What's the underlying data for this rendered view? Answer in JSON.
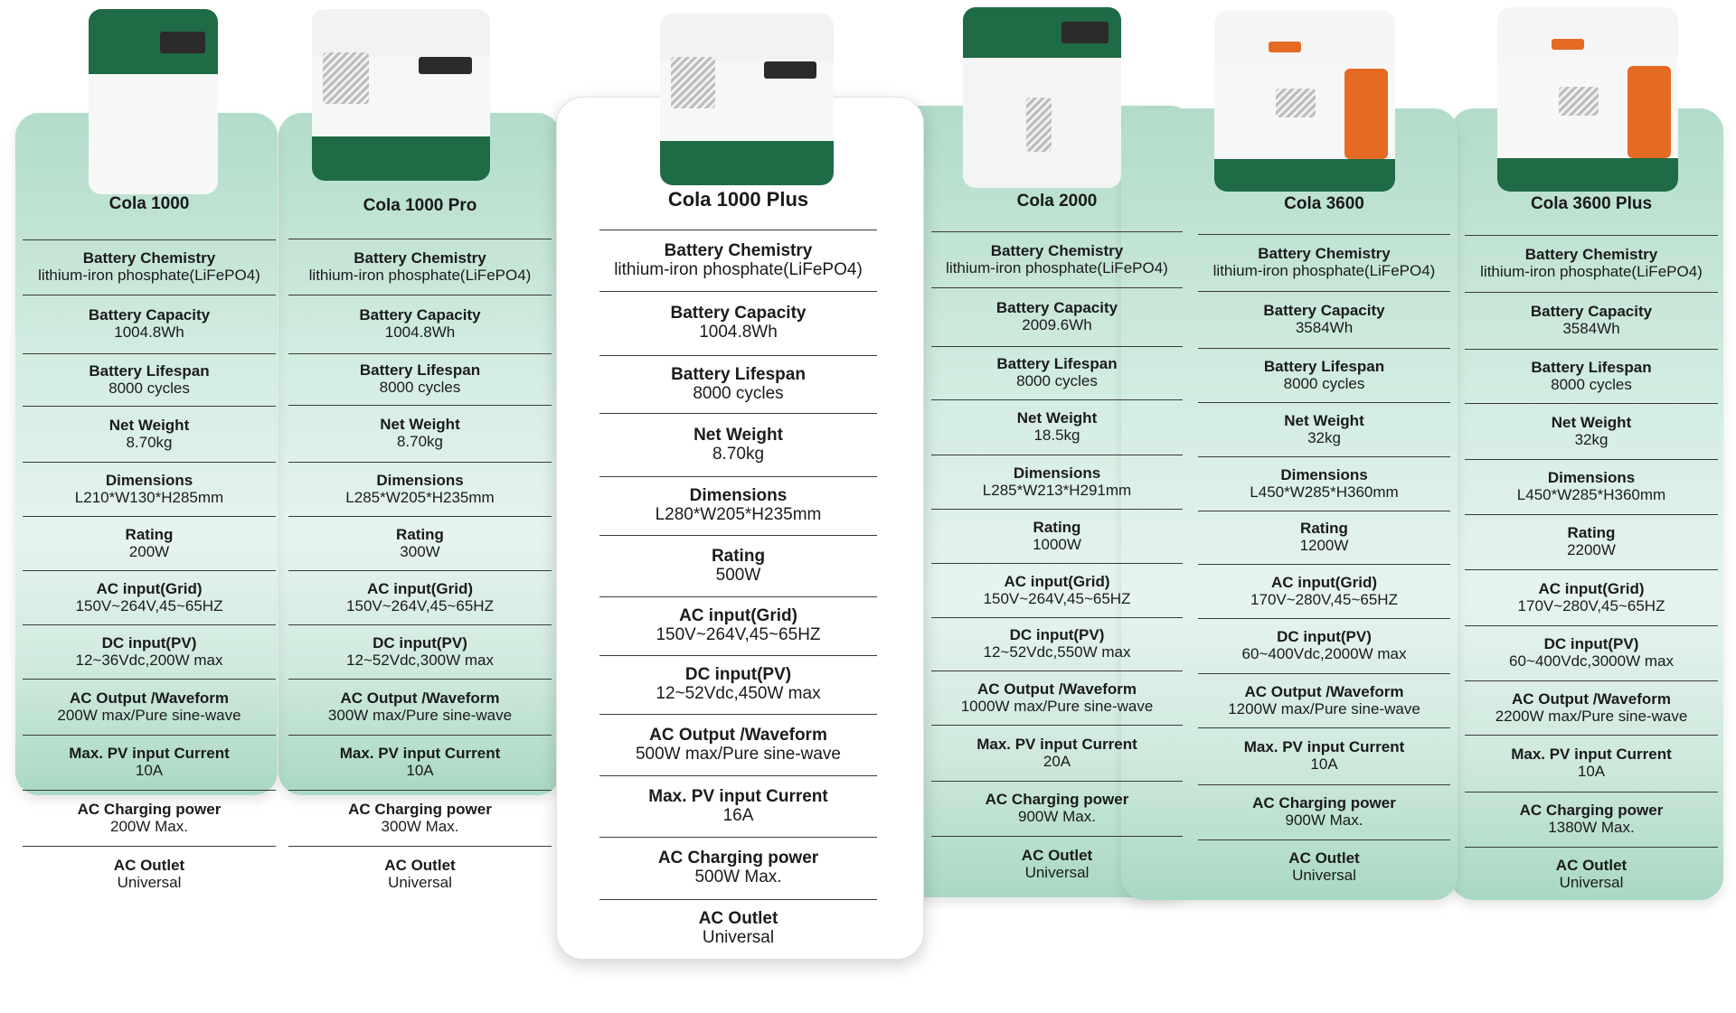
{
  "products": [
    {
      "name": "Cola 1000",
      "specs": [
        {
          "label": "Battery Chemistry",
          "value": "lithium-iron phosphate(LiFePO4)"
        },
        {
          "label": "Battery Capacity",
          "value": "1004.8Wh"
        },
        {
          "label": "Battery Lifespan",
          "value": "8000 cycles"
        },
        {
          "label": "Net Weight",
          "value": "8.70kg"
        },
        {
          "label": "Dimensions",
          "value": "L210*W130*H285mm"
        },
        {
          "label": "Rating",
          "value": "200W"
        },
        {
          "label": "AC input(Grid)",
          "value": "150V~264V,45~65HZ"
        },
        {
          "label": "DC input(PV)",
          "value": "12~36Vdc,200W max"
        },
        {
          "label": "AC Output /Waveform",
          "value": "200W max/Pure sine-wave"
        },
        {
          "label": "Max. PV input Current",
          "value": "10A"
        },
        {
          "label": "AC Charging power",
          "value": "200W Max."
        },
        {
          "label": "AC Outlet",
          "value": "Universal"
        }
      ]
    },
    {
      "name": "Cola 1000 Pro",
      "specs": [
        {
          "label": "Battery Chemistry",
          "value": "lithium-iron phosphate(LiFePO4)"
        },
        {
          "label": "Battery Capacity",
          "value": "1004.8Wh"
        },
        {
          "label": "Battery Lifespan",
          "value": "8000 cycles"
        },
        {
          "label": "Net Weight",
          "value": "8.70kg"
        },
        {
          "label": "Dimensions",
          "value": "L285*W205*H235mm"
        },
        {
          "label": "Rating",
          "value": "300W"
        },
        {
          "label": "AC input(Grid)",
          "value": "150V~264V,45~65HZ"
        },
        {
          "label": "DC input(PV)",
          "value": "12~52Vdc,300W max"
        },
        {
          "label": "AC Output /Waveform",
          "value": "300W max/Pure sine-wave"
        },
        {
          "label": "Max. PV input Current",
          "value": "10A"
        },
        {
          "label": "AC Charging power",
          "value": "300W Max."
        },
        {
          "label": "AC Outlet",
          "value": "Universal"
        }
      ]
    },
    {
      "name": "Cola 1000 Plus",
      "specs": [
        {
          "label": "Battery Chemistry",
          "value": "lithium-iron phosphate(LiFePO4)"
        },
        {
          "label": "Battery Capacity",
          "value": "1004.8Wh"
        },
        {
          "label": "Battery Lifespan",
          "value": "8000 cycles"
        },
        {
          "label": "Net Weight",
          "value": "8.70kg"
        },
        {
          "label": "Dimensions",
          "value": "L280*W205*H235mm"
        },
        {
          "label": "Rating",
          "value": "500W"
        },
        {
          "label": "AC input(Grid)",
          "value": "150V~264V,45~65HZ"
        },
        {
          "label": "DC input(PV)",
          "value": "12~52Vdc,450W max"
        },
        {
          "label": "AC Output /Waveform",
          "value": "500W max/Pure sine-wave"
        },
        {
          "label": "Max. PV input Current",
          "value": "16A"
        },
        {
          "label": "AC Charging power",
          "value": "500W Max."
        },
        {
          "label": "AC Outlet",
          "value": "Universal"
        }
      ]
    },
    {
      "name": "Cola 2000",
      "specs": [
        {
          "label": "Battery Chemistry",
          "value": "lithium-iron phosphate(LiFePO4)"
        },
        {
          "label": "Battery Capacity",
          "value": "2009.6Wh"
        },
        {
          "label": "Battery Lifespan",
          "value": "8000 cycles"
        },
        {
          "label": "Net Weight",
          "value": "18.5kg"
        },
        {
          "label": "Dimensions",
          "value": "L285*W213*H291mm"
        },
        {
          "label": "Rating",
          "value": "1000W"
        },
        {
          "label": "AC input(Grid)",
          "value": "150V~264V,45~65HZ"
        },
        {
          "label": "DC input(PV)",
          "value": "12~52Vdc,550W max"
        },
        {
          "label": "AC Output /Waveform",
          "value": "1000W max/Pure sine-wave"
        },
        {
          "label": "Max. PV input Current",
          "value": "20A"
        },
        {
          "label": "AC Charging power",
          "value": "900W Max."
        },
        {
          "label": "AC Outlet",
          "value": "Universal"
        }
      ]
    },
    {
      "name": "Cola 3600",
      "specs": [
        {
          "label": "Battery Chemistry",
          "value": "lithium-iron phosphate(LiFePO4)"
        },
        {
          "label": "Battery Capacity",
          "value": "3584Wh"
        },
        {
          "label": "Battery Lifespan",
          "value": "8000 cycles"
        },
        {
          "label": "Net Weight",
          "value": "32kg"
        },
        {
          "label": "Dimensions",
          "value": "L450*W285*H360mm"
        },
        {
          "label": "Rating",
          "value": "1200W"
        },
        {
          "label": "AC input(Grid)",
          "value": "170V~280V,45~65HZ"
        },
        {
          "label": "DC input(PV)",
          "value": "60~400Vdc,2000W max"
        },
        {
          "label": "AC Output /Waveform",
          "value": "1200W max/Pure sine-wave"
        },
        {
          "label": "Max. PV input Current",
          "value": "10A"
        },
        {
          "label": "AC Charging power",
          "value": "900W Max."
        },
        {
          "label": "AC Outlet",
          "value": "Universal"
        }
      ]
    },
    {
      "name": "Cola 3600 Plus",
      "specs": [
        {
          "label": "Battery Chemistry",
          "value": "lithium-iron phosphate(LiFePO4)"
        },
        {
          "label": "Battery Capacity",
          "value": "3584Wh"
        },
        {
          "label": "Battery Lifespan",
          "value": "8000 cycles"
        },
        {
          "label": "Net Weight",
          "value": "32kg"
        },
        {
          "label": "Dimensions",
          "value": "L450*W285*H360mm"
        },
        {
          "label": "Rating",
          "value": "2200W"
        },
        {
          "label": "AC input(Grid)",
          "value": "170V~280V,45~65HZ"
        },
        {
          "label": "DC input(PV)",
          "value": "60~400Vdc,3000W max"
        },
        {
          "label": "AC Output /Waveform",
          "value": "2200W max/Pure sine-wave"
        },
        {
          "label": "Max. PV input Current",
          "value": "10A"
        },
        {
          "label": "AC Charging power",
          "value": "1380W Max."
        },
        {
          "label": "AC Outlet",
          "value": "Universal"
        }
      ]
    }
  ],
  "colors": {
    "brand_green": "#1f6b45",
    "accent_orange": "#e56a24",
    "column_tint": "#cfe9dd"
  }
}
